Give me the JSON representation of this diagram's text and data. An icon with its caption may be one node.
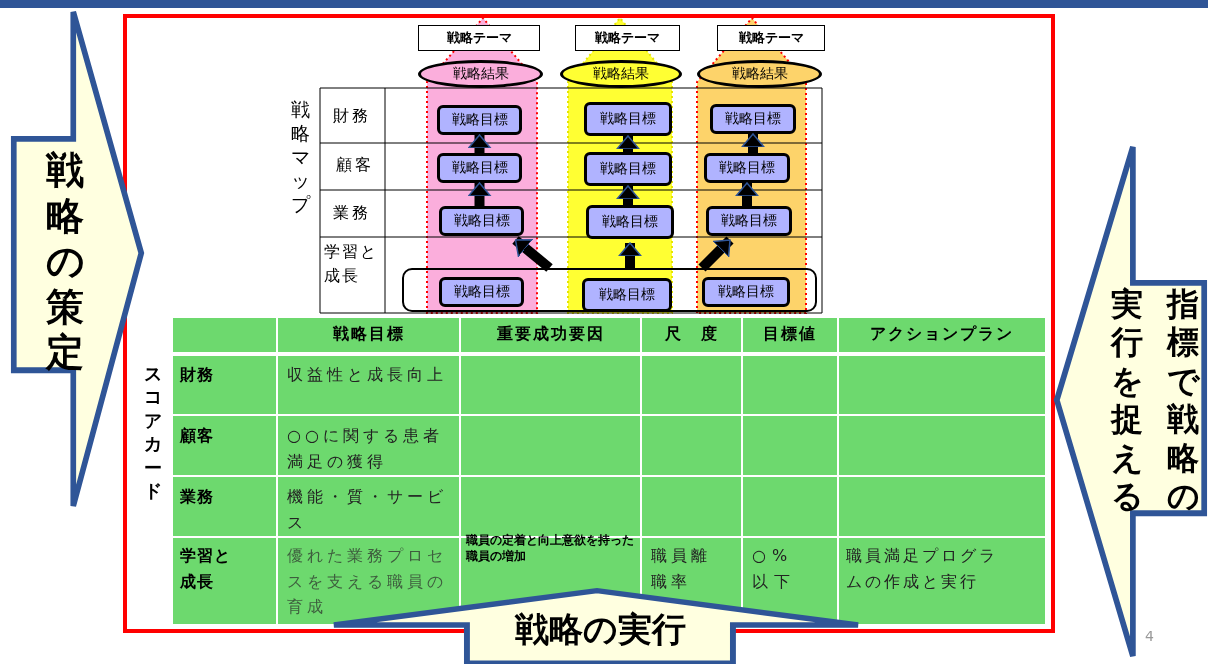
{
  "diagram": {
    "nodes": [
      {
        "text": [
          "戦略の策定"
        ]
      },
      {
        "text": [
          "指標で戦略の実行を捉える"
        ]
      },
      {
        "text": [
          "戦略の実行"
        ]
      },
      {
        "text": [
          "戦略テーマ"
        ]
      },
      {
        "text": [
          "戦略テーマ"
        ]
      },
      {
        "text": [
          "戦略テーマ"
        ]
      },
      {
        "text": [
          "戦略結果"
        ]
      },
      {
        "text": [
          "戦略結果"
        ]
      },
      {
        "text": [
          "戦略結果"
        ]
      },
      {
        "text": [
          "戦略目標"
        ]
      },
      {
        "text": [
          "戦略目標"
        ]
      },
      {
        "text": [
          "戦略目標"
        ]
      },
      {
        "text": [
          "戦略目標"
        ]
      },
      {
        "text": [
          "戦略目標"
        ]
      },
      {
        "text": [
          "戦略目標"
        ]
      },
      {
        "text": [
          "戦略目標"
        ]
      },
      {
        "text": [
          "戦略目標"
        ]
      },
      {
        "text": [
          "戦略目標"
        ]
      },
      {
        "text": [],
        "shape": "box"
      },
      {
        "text": [
          "戦略目標"
        ],
        "in": 18
      },
      {
        "text": [
          "戦略目標"
        ],
        "in": 18
      },
      {
        "text": [
          "戦略目標"
        ],
        "in": 18
      }
    ],
    "edges": [
      {
        "from": 12,
        "to": 9,
        "arrow": "to"
      },
      {
        "from": 13,
        "to": 10,
        "arrow": "to"
      },
      {
        "from": 14,
        "to": 11,
        "arrow": "to"
      },
      {
        "from": 15,
        "to": 12,
        "arrow": "to"
      },
      {
        "from": 16,
        "to": 13,
        "arrow": "to"
      },
      {
        "from": 17,
        "to": 14,
        "arrow": "to"
      },
      {
        "from": 18,
        "to": 15,
        "arrow": "to"
      },
      {
        "from": 18,
        "to": 16,
        "arrow": "to"
      },
      {
        "from": 18,
        "to": 17,
        "arrow": "to"
      }
    ],
    "labels": [
      "戦略マップ",
      "財務",
      "顧客",
      "業務",
      "学習と成長",
      "スコアカード",
      "戦略目標",
      "重要成功要因",
      "尺　度",
      "目標値",
      "アクションプラン",
      "財務",
      "収益性と成長向上",
      "顧客",
      "○○に関する患者満足の獲得",
      "業務",
      "機能・質・サービス",
      "学習と成長",
      "優れた業務プロセスを支える職員の育成",
      "職員の定着と向上意欲を持った職員の増加",
      "職員離職率",
      "○%以下",
      "職員満足プログラムの作成と実行",
      "4"
    ]
  }
}
